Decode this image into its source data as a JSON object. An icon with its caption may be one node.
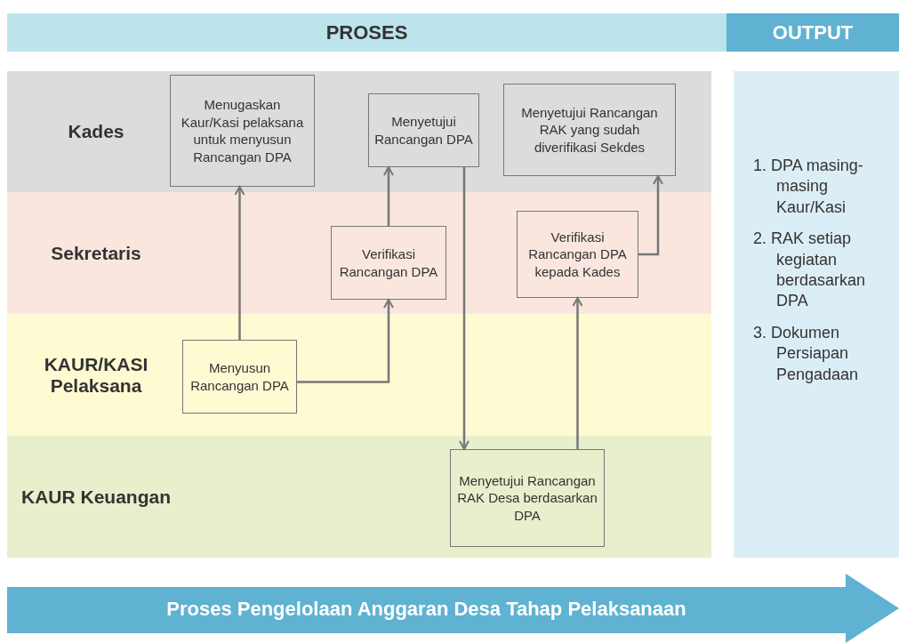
{
  "diagram": {
    "nodes": [
      {
        "text": [
          "PROSES"
        ]
      },
      {
        "text": [
          "OUTPUT"
        ]
      },
      {
        "text": [
          "Kades"
        ]
      },
      {
        "text": [
          "Menugaskan Kaur/Kasi pelaksana untuk menyusun Rancangan DPA"
        ],
        "in": 2
      },
      {
        "text": [
          "Menyetujui Rancangan DPA"
        ],
        "in": 2
      },
      {
        "text": [
          "Menyetujui Rancangan RAK yang sudah diverifikasi Sekdes"
        ],
        "in": 2
      },
      {
        "text": [
          "Sekretaris"
        ]
      },
      {
        "text": [
          "Verifikasi Rancangan DPA"
        ],
        "in": 6
      },
      {
        "text": [
          "Verifikasi Rancangan DPA kepada Kades"
        ],
        "in": 6
      },
      {
        "text": [
          "KAUR/KASI Pelaksana"
        ]
      },
      {
        "text": [
          "Menyusun Rancangan DPA"
        ],
        "in": 9
      },
      {
        "text": [
          "KAUR Keuangan"
        ]
      },
      {
        "text": [
          "Menyetujui Rancangan RAK Desa berdasarkan DPA"
        ],
        "in": 11
      },
      {
        "text": [
          "1. DPA masing-masing Kaur/Kasi",
          "2. RAK setiap kegiatan berdasarkan DPA",
          "3. Dokumen Persiapan Pengadaan"
        ]
      },
      {
        "text": [
          "Proses Pengelolaan Anggaran Desa Tahap Pelaksanaan"
        ]
      }
    ],
    "edges": [
      {
        "from": 10,
        "to": 3,
        "arrow": "to"
      },
      {
        "from": 10,
        "to": 7,
        "arrow": "to"
      },
      {
        "from": 7,
        "to": 4,
        "arrow": "to"
      },
      {
        "from": 4,
        "to": 12,
        "arrow": "to"
      },
      {
        "from": 12,
        "to": 8,
        "arrow": "to"
      },
      {
        "from": 8,
        "to": 5,
        "arrow": "to"
      }
    ]
  }
}
